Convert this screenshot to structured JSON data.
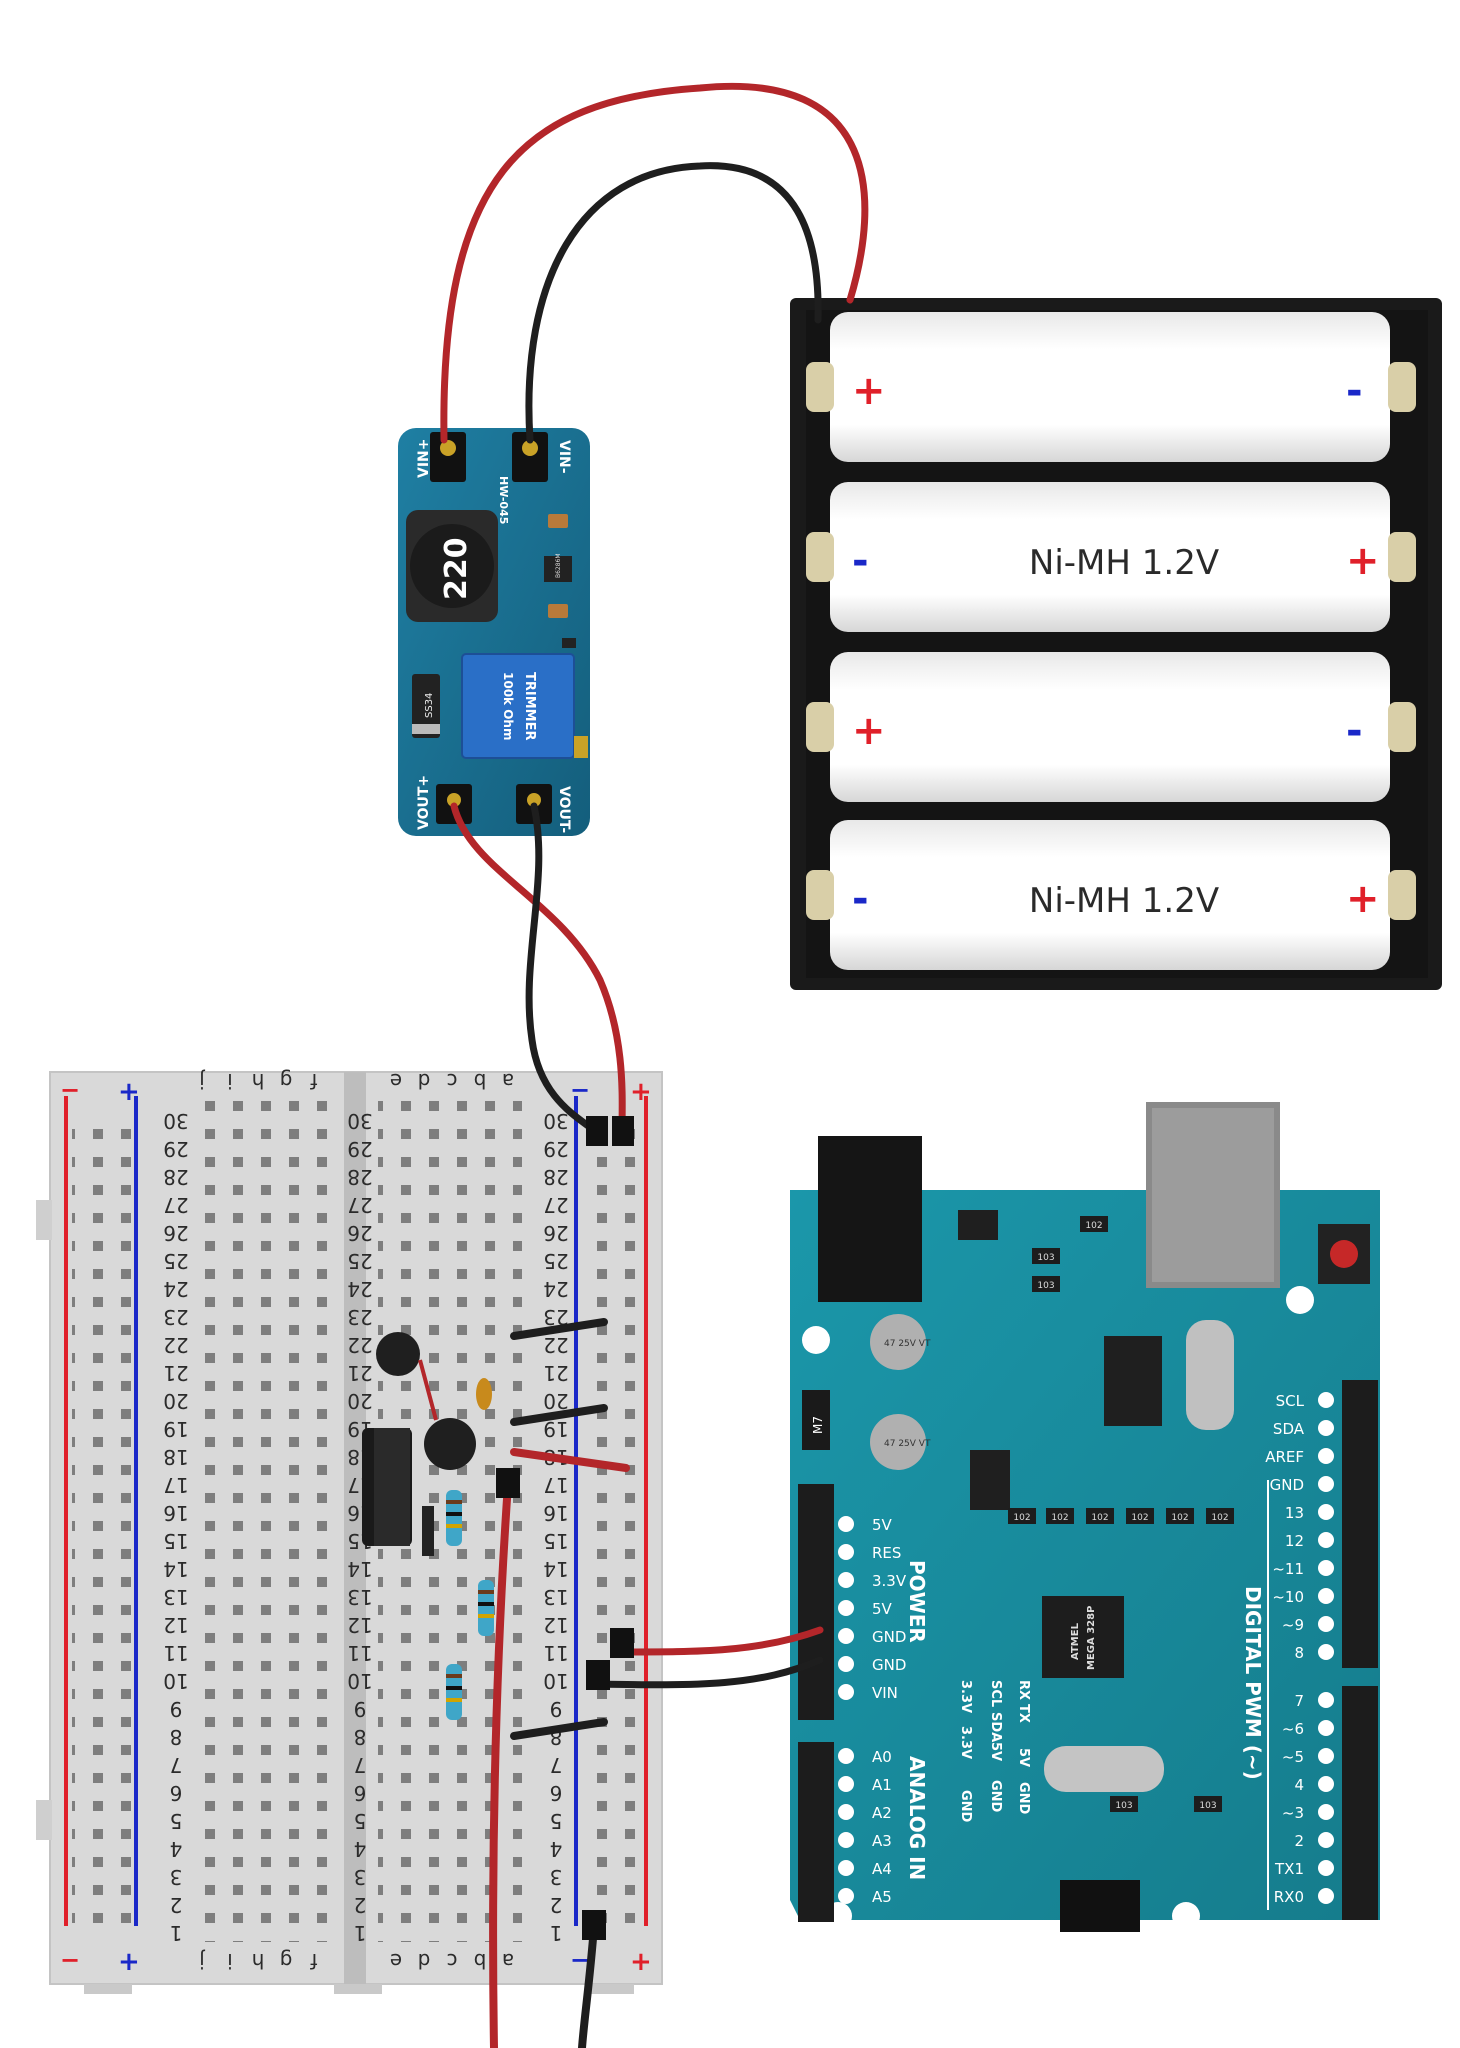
{
  "booster": {
    "vin_plus": "VIN+",
    "vin_minus": "VIN-",
    "model": "HW-045",
    "inductor": "220",
    "ic": "B6286M",
    "diode": "SS34",
    "trimmer_title": "TRIMMER",
    "trimmer_value": "100k Ohm",
    "vout_plus": "VOUT+",
    "vout_minus": "VOUT-"
  },
  "battery_pack": {
    "cells": [
      {
        "label": "",
        "left_sign": "+",
        "right_sign": "-"
      },
      {
        "label": "Ni-MH 1.2V",
        "left_sign": "-",
        "right_sign": "+"
      },
      {
        "label": "",
        "left_sign": "+",
        "right_sign": "-"
      },
      {
        "label": "Ni-MH 1.2V",
        "left_sign": "-",
        "right_sign": "+"
      }
    ]
  },
  "breadboard": {
    "rows": [
      "30",
      "29",
      "28",
      "27",
      "26",
      "25",
      "24",
      "23",
      "22",
      "21",
      "20",
      "19",
      "18",
      "17",
      "16",
      "15",
      "14",
      "13",
      "12",
      "11",
      "10",
      "9",
      "8",
      "7",
      "6",
      "5",
      "4",
      "3",
      "2",
      "1"
    ],
    "left_cols": [
      "f",
      "g",
      "h",
      "i",
      "j"
    ],
    "right_cols": [
      "a",
      "b",
      "c",
      "d",
      "e"
    ],
    "rail_minus": "−",
    "rail_plus": "+"
  },
  "arduino": {
    "power_header": "POWER",
    "power_pins": [
      "5V",
      "RES",
      "3.3V",
      "5V",
      "GND",
      "GND",
      "VIN"
    ],
    "analog_header": "ANALOG IN",
    "analog_pins": [
      "A0",
      "A1",
      "A2",
      "A3",
      "A4",
      "A5"
    ],
    "digital_header": "DIGITAL PWM (~)",
    "digital_pins_top": [
      "SCL",
      "SDA",
      "AREF",
      "GND",
      "13",
      "12",
      "~11",
      "~10",
      "~9",
      "8"
    ],
    "digital_pins_bottom": [
      "7",
      "~6",
      "~5",
      "4",
      "~3",
      "2",
      "TX1",
      "RX0"
    ],
    "chip": "ATMEL",
    "chip2": "MEGA 328P",
    "icsp_labels": [
      "3.3V",
      "3.3V",
      "GND",
      "SCL",
      "SDA",
      "5V",
      "GND",
      "RX",
      "TX",
      "5V",
      "GND"
    ],
    "cap1": "47 25V VT",
    "cap2": "47 25V VT",
    "m7": "M7",
    "resistor_codes": [
      "102",
      "103",
      "103",
      "102",
      "102",
      "102",
      "102",
      "102",
      "102",
      "103",
      "103"
    ]
  },
  "colors": {
    "wire_red": "#b3262a",
    "wire_black": "#1e1e1e",
    "board_blue": "#1b6e8f",
    "arduino_teal": "#1a8fa0",
    "rail_red": "#e0202a",
    "rail_blue": "#1a28c8"
  }
}
